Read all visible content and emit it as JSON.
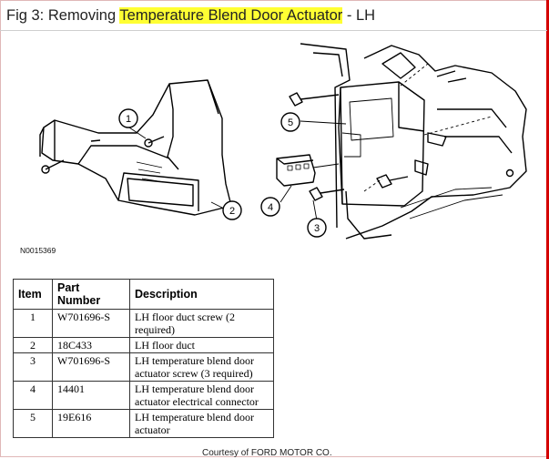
{
  "title": {
    "prefix": "Fig 3: Removing ",
    "highlight": "Temperature Blend Door Actuator",
    "suffix": " - LH"
  },
  "figure": {
    "id": "N0015369",
    "callouts": [
      "1",
      "2",
      "3",
      "4",
      "5"
    ]
  },
  "table": {
    "headers": [
      "Item",
      "Part Number",
      "Description"
    ],
    "rows": [
      {
        "item": "1",
        "part": "W701696-S",
        "desc1": "LH floor duct screw (2",
        "desc2": "required)"
      },
      {
        "item": "2",
        "part": "18C433",
        "desc1": "LH floor duct",
        "desc2": ""
      },
      {
        "item": "3",
        "part": "W701696-S",
        "desc1": "LH temperature blend door",
        "desc2": "actuator screw (3 required)"
      },
      {
        "item": "4",
        "part": "14401",
        "desc1": "LH temperature blend door",
        "desc2": "actuator electrical connector"
      },
      {
        "item": "5",
        "part": "19E616",
        "desc1": "LH temperature blend door",
        "desc2": "actuator"
      }
    ]
  },
  "footer": {
    "courtesy": "Courtesy of FORD MOTOR CO."
  }
}
